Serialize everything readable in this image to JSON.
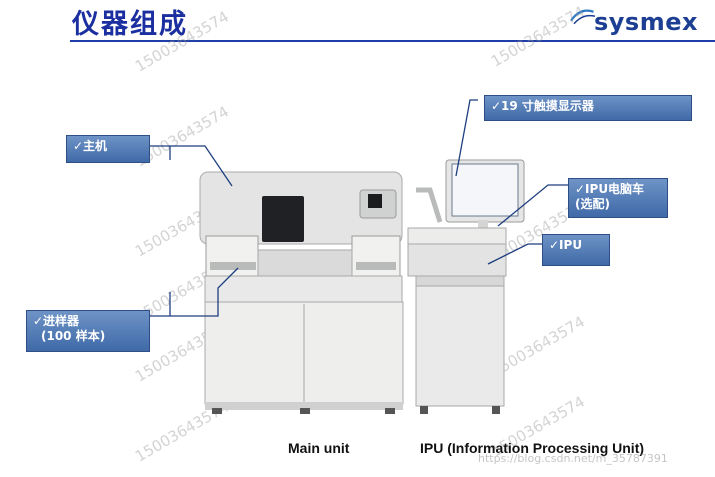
{
  "slide": {
    "title": "仪器组成",
    "logo_text": "sysmex",
    "watermark": "15003643574",
    "url_watermark": "https://blog.csdn.net/m_35787391"
  },
  "callouts": {
    "main": "✓主机",
    "sampler_line1": "✓进样器",
    "sampler_line2": "(100 样本)",
    "monitor": "✓19 寸触摸显示器",
    "cart_line1": "✓IPU电脑车",
    "cart_line2": "(选配)",
    "ipu": "✓IPU"
  },
  "captions": {
    "main_unit": "Main unit",
    "ipu_full": "IPU (Information Processing Unit)"
  },
  "colors": {
    "title": "#1b2fa0",
    "rule": "#1f3ea8",
    "callout_fill": "#5580ba",
    "leader_line": "#1e3f80"
  }
}
